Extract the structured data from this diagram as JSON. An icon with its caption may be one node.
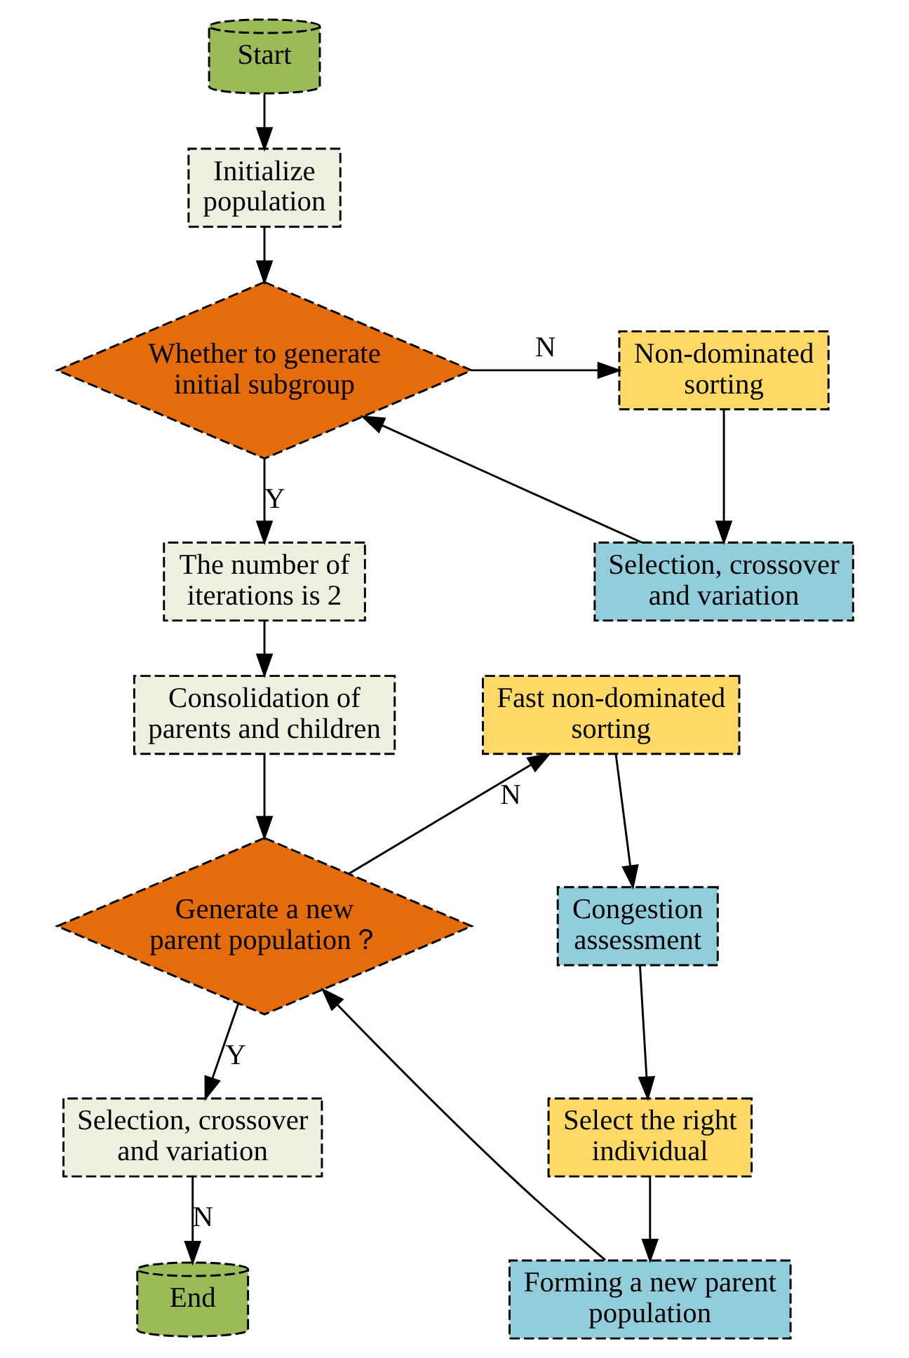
{
  "diagram": {
    "nodes": [
      {
        "text": [
          "Start"
        ]
      },
      {
        "text": [
          "Initialize population"
        ]
      },
      {
        "text": [
          "Whether to generate initial subgroup"
        ]
      },
      {
        "text": [
          "Non-dominated sorting"
        ]
      },
      {
        "text": [
          "Selection, crossover and variation"
        ]
      },
      {
        "text": [
          "The number of iterations is 2"
        ]
      },
      {
        "text": [
          "Consolidation of parents and children"
        ]
      },
      {
        "text": [
          "Generate a new parent population？"
        ]
      },
      {
        "text": [
          "Fast non-dominated sorting"
        ]
      },
      {
        "text": [
          "Congestion assessment"
        ]
      },
      {
        "text": [
          "Select the right individual"
        ]
      },
      {
        "text": [
          "Forming a new parent population"
        ]
      },
      {
        "text": [
          "Selection, crossover and variation"
        ]
      },
      {
        "text": [
          "End"
        ]
      }
    ],
    "edges": [
      {
        "from": 0,
        "to": 1,
        "arrow": "to"
      },
      {
        "from": 1,
        "to": 2,
        "arrow": "to"
      },
      {
        "from": 2,
        "to": 3,
        "arrow": "to",
        "label": "N"
      },
      {
        "from": 3,
        "to": 4,
        "arrow": "to"
      },
      {
        "from": 4,
        "to": 2,
        "arrow": "to"
      },
      {
        "from": 2,
        "to": 5,
        "arrow": "to",
        "label": "Y"
      },
      {
        "from": 5,
        "to": 6,
        "arrow": "to"
      },
      {
        "from": 6,
        "to": 7,
        "arrow": "to"
      },
      {
        "from": 7,
        "to": 8,
        "arrow": "to",
        "label": "N"
      },
      {
        "from": 8,
        "to": 9,
        "arrow": "to"
      },
      {
        "from": 9,
        "to": 10,
        "arrow": "to"
      },
      {
        "from": 10,
        "to": 11,
        "arrow": "to"
      },
      {
        "from": 11,
        "to": 7,
        "arrow": "to"
      },
      {
        "from": 7,
        "to": 12,
        "arrow": "to",
        "label": "Y"
      },
      {
        "from": 12,
        "to": 13,
        "arrow": "to",
        "label": "N"
      }
    ]
  }
}
